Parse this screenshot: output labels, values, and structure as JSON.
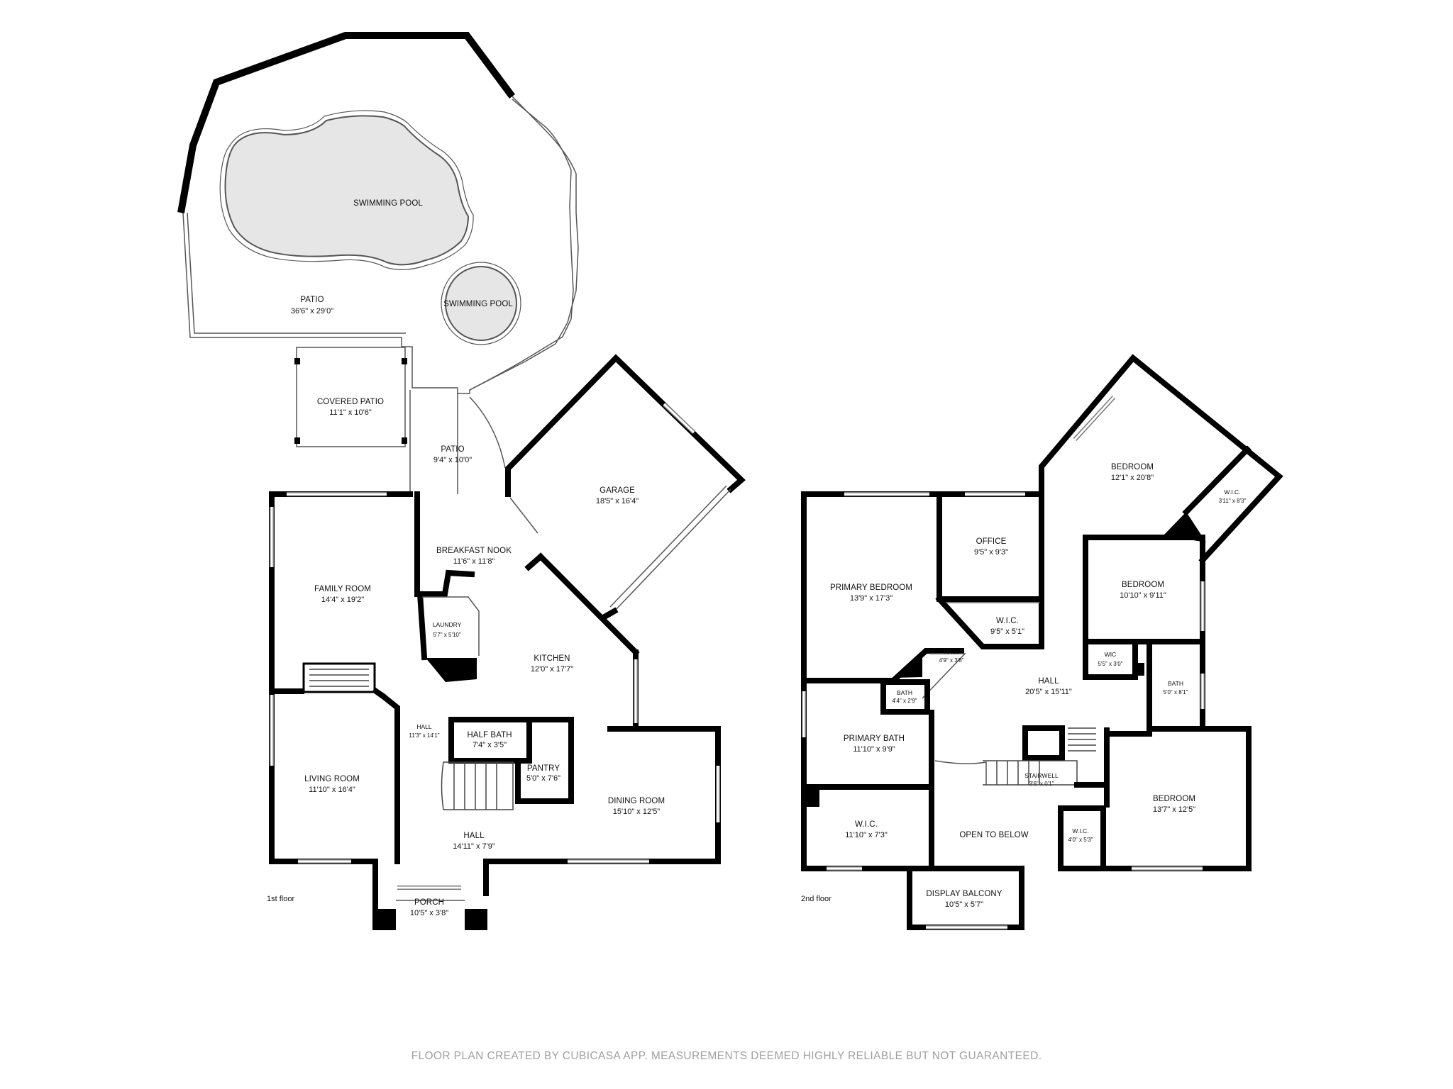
{
  "floors": {
    "first": {
      "label": "1st floor"
    },
    "second": {
      "label": "2nd floor"
    }
  },
  "rooms_first": {
    "swimming_pool_main": {
      "name": "SWIMMING POOL"
    },
    "swimming_pool_small": {
      "name": "SWIMMING POOL"
    },
    "patio": {
      "name": "PATIO",
      "dims": "36'6\" x 29'0\""
    },
    "covered_patio": {
      "name": "COVERED PATIO",
      "dims": "11'1\" x 10'6\""
    },
    "patio_small": {
      "name": "PATIO",
      "dims": "9'4\" x 10'0\""
    },
    "garage": {
      "name": "GARAGE",
      "dims": "18'5\" x 16'4\""
    },
    "breakfast_nook": {
      "name": "BREAKFAST NOOK",
      "dims": "11'6\" x 11'8\""
    },
    "family_room": {
      "name": "FAMILY ROOM",
      "dims": "14'4\" x 19'2\""
    },
    "laundry": {
      "name": "LAUNDRY",
      "dims": "5'7\" x 5'10\""
    },
    "kitchen": {
      "name": "KITCHEN",
      "dims": "12'0\" x 17'7\""
    },
    "hall_small": {
      "name": "HALL",
      "dims": "11'3\" x 14'1\""
    },
    "half_bath": {
      "name": "HALF BATH",
      "dims": "7'4\" x 3'5\""
    },
    "pantry": {
      "name": "PANTRY",
      "dims": "5'0\" x 7'6\""
    },
    "living_room": {
      "name": "LIVING ROOM",
      "dims": "11'10\" x 16'4\""
    },
    "dining_room": {
      "name": "DINING ROOM",
      "dims": "15'10\" x 12'5\""
    },
    "hall": {
      "name": "HALL",
      "dims": "14'11\" x 7'9\""
    },
    "porch": {
      "name": "PORCH",
      "dims": "10'5\" x 3'8\""
    }
  },
  "rooms_second": {
    "bedroom_ne": {
      "name": "BEDROOM",
      "dims": "12'1\" x 20'8\""
    },
    "wic_ne": {
      "name": "W.I.C.",
      "dims": "3'11\" x 8'3\""
    },
    "office": {
      "name": "OFFICE",
      "dims": "9'5\" x 9'3\""
    },
    "primary_bedroom": {
      "name": "PRIMARY BEDROOM",
      "dims": "13'9\" x 17'3\""
    },
    "wic_office": {
      "name": "W.I.C.",
      "dims": "9'5\" x 5'1\""
    },
    "bedroom_mid": {
      "name": "BEDROOM",
      "dims": "10'10\" x 9'11\""
    },
    "hall_small": {
      "name": "HALL",
      "dims": "4'9\" x 3'8\""
    },
    "bath_small": {
      "name": "BATH",
      "dims": "4'4\" x 2'9\""
    },
    "wic_small": {
      "name": "WIC",
      "dims": "5'5\" x 3'0\""
    },
    "hall": {
      "name": "HALL",
      "dims": "20'5\" x 15'11\""
    },
    "bath_right": {
      "name": "BATH",
      "dims": "5'0\" x 8'1\""
    },
    "primary_bath": {
      "name": "PRIMARY BATH",
      "dims": "11'10\" x 9'9\""
    },
    "stairwell": {
      "name": "STAIRWELL",
      "dims": "3'6\" x 0'1\""
    },
    "bedroom_se": {
      "name": "BEDROOM",
      "dims": "13'7\" x 12'5\""
    },
    "wic_primary": {
      "name": "W.I.C.",
      "dims": "11'10\" x 7'3\""
    },
    "open_below": {
      "name": "OPEN TO BELOW"
    },
    "wic_se": {
      "name": "W.I.C.",
      "dims": "4'0\" x 5'3\""
    },
    "display_balcony": {
      "name": "DISPLAY BALCONY",
      "dims": "10'5\" x 5'7\""
    }
  },
  "footer": {
    "text": "FLOOR PLAN CREATED BY CUBICASA APP. MEASUREMENTS DEEMED HIGHLY RELIABLE BUT NOT GUARANTEED."
  }
}
